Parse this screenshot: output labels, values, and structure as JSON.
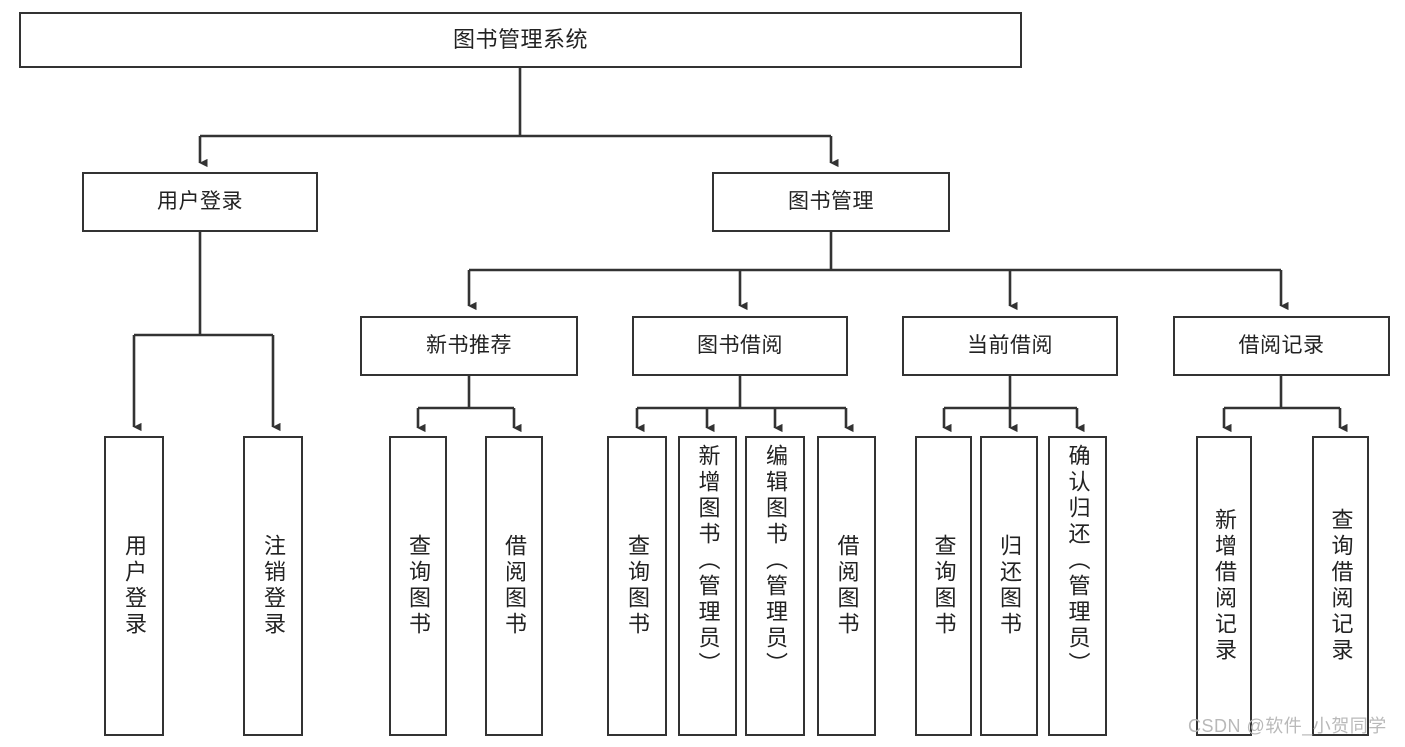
{
  "diagram": {
    "title": "图书管理系统",
    "type": "功能结构图",
    "watermark": "CSDN @软件_小贺同学",
    "colors": {
      "background": "#ffffff",
      "node_border": "#333333",
      "node_fill": "#ffffff",
      "edge": "#333333",
      "text": "#222222",
      "watermark": "#b9b9b9"
    },
    "nodes": {
      "root": {
        "label": "图书管理系统"
      },
      "level2": [
        {
          "id": "user-login",
          "label": "用户登录"
        },
        {
          "id": "book-management",
          "label": "图书管理"
        }
      ],
      "level3": [
        {
          "id": "new-book-recommend",
          "label": "新书推荐"
        },
        {
          "id": "book-borrow",
          "label": "图书借阅"
        },
        {
          "id": "current-borrow",
          "label": "当前借阅"
        },
        {
          "id": "borrow-record",
          "label": "借阅记录"
        }
      ],
      "leaves": {
        "user_login": [
          {
            "id": "leaf-user-login",
            "label": "用户登录"
          },
          {
            "id": "leaf-logout-login",
            "label": "注销登录"
          }
        ],
        "new_book_recommend": [
          {
            "id": "leaf-query-book-1",
            "label": "查询图书"
          },
          {
            "id": "leaf-borrow-book-1",
            "label": "借阅图书"
          }
        ],
        "book_borrow": [
          {
            "id": "leaf-query-book-2",
            "label": "查询图书"
          },
          {
            "id": "leaf-add-book",
            "label": "新增图书（管理员）"
          },
          {
            "id": "leaf-edit-book",
            "label": "编辑图书（管理员）"
          },
          {
            "id": "leaf-borrow-book-2",
            "label": "借阅图书"
          }
        ],
        "current_borrow": [
          {
            "id": "leaf-query-book-3",
            "label": "查询图书"
          },
          {
            "id": "leaf-return-book",
            "label": "归还图书"
          },
          {
            "id": "leaf-confirm-return",
            "label": "确认归还（管理员）"
          }
        ],
        "borrow_record": [
          {
            "id": "leaf-add-record",
            "label": "新增借阅记录"
          },
          {
            "id": "leaf-query-record",
            "label": "查询借阅记录"
          }
        ]
      }
    },
    "edges": [
      {
        "from": "图书管理系统",
        "to": "用户登录"
      },
      {
        "from": "图书管理系统",
        "to": "图书管理"
      },
      {
        "from": "用户登录",
        "to": "用户登录"
      },
      {
        "from": "用户登录",
        "to": "注销登录"
      },
      {
        "from": "图书管理",
        "to": "新书推荐"
      },
      {
        "from": "图书管理",
        "to": "图书借阅"
      },
      {
        "from": "图书管理",
        "to": "当前借阅"
      },
      {
        "from": "图书管理",
        "to": "借阅记录"
      },
      {
        "from": "新书推荐",
        "to": "查询图书"
      },
      {
        "from": "新书推荐",
        "to": "借阅图书"
      },
      {
        "from": "图书借阅",
        "to": "查询图书"
      },
      {
        "from": "图书借阅",
        "to": "新增图书（管理员）"
      },
      {
        "from": "图书借阅",
        "to": "编辑图书（管理员）"
      },
      {
        "from": "图书借阅",
        "to": "借阅图书"
      },
      {
        "from": "当前借阅",
        "to": "查询图书"
      },
      {
        "from": "当前借阅",
        "to": "归还图书"
      },
      {
        "from": "当前借阅",
        "to": "确认归还（管理员）"
      },
      {
        "from": "借阅记录",
        "to": "新增借阅记录"
      },
      {
        "from": "借阅记录",
        "to": "查询借阅记录"
      }
    ]
  }
}
